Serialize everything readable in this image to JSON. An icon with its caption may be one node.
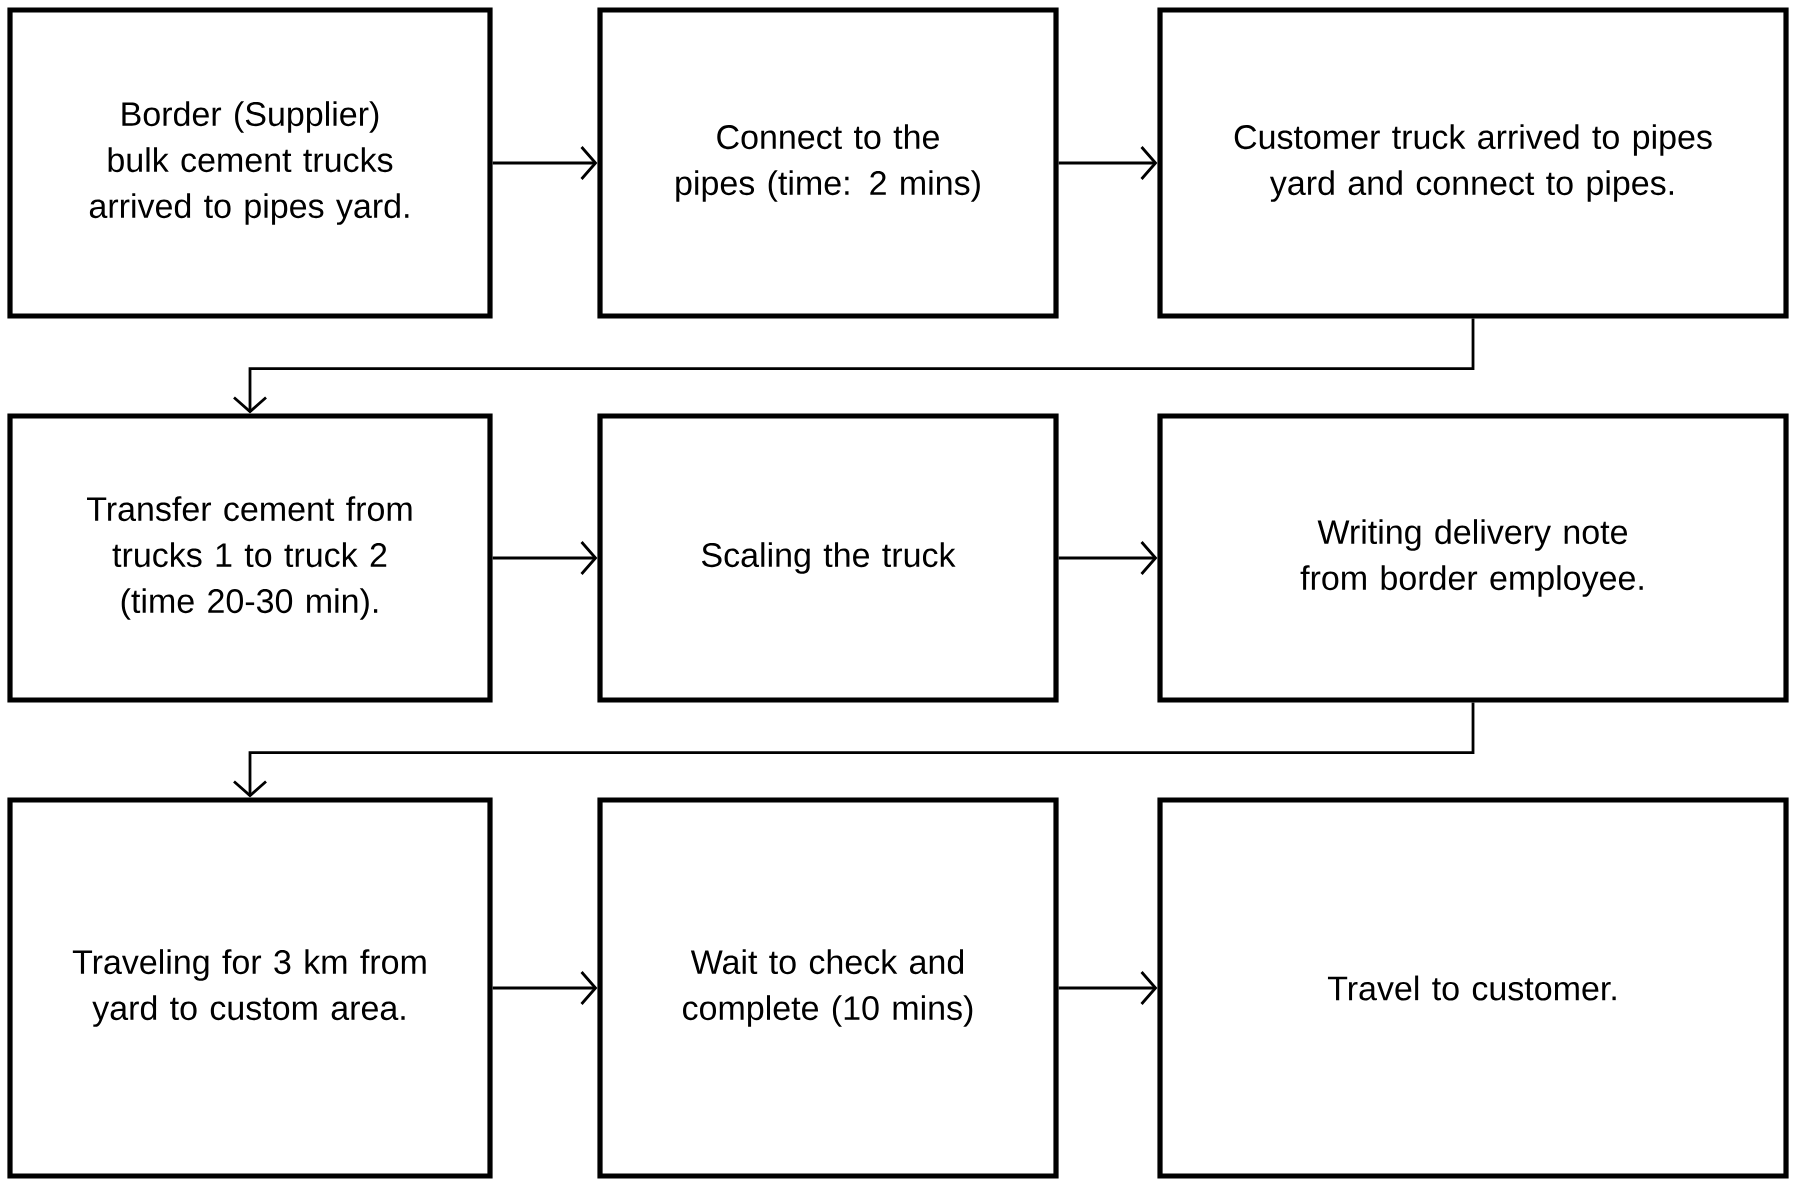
{
  "diagram": {
    "nodes": [
      {
        "text": [
          "Border (Supplier) bulk cement trucks arrived to pipes yard."
        ]
      },
      {
        "text": [
          "Connect to the pipes (time: 2 mins)"
        ]
      },
      {
        "text": [
          "Customer truck arrived to pipes yard and connect to pipes."
        ]
      },
      {
        "text": [
          "Transfer cement from trucks 1 to truck 2 (time 20-30 min)."
        ]
      },
      {
        "text": [
          "Scaling the truck"
        ]
      },
      {
        "text": [
          "Writing delivery note from border employee."
        ]
      },
      {
        "text": [
          "Traveling for 3 km from yard to custom area."
        ]
      },
      {
        "text": [
          "Wait to check and complete (10 mins)"
        ]
      },
      {
        "text": [
          "Travel to customer."
        ]
      }
    ],
    "edges": [
      {
        "from": 0,
        "to": 1,
        "arrow": "to"
      },
      {
        "from": 1,
        "to": 2,
        "arrow": "to"
      },
      {
        "from": 2,
        "to": 3,
        "arrow": "to"
      },
      {
        "from": 3,
        "to": 4,
        "arrow": "to"
      },
      {
        "from": 4,
        "to": 5,
        "arrow": "to"
      },
      {
        "from": 5,
        "to": 6,
        "arrow": "to"
      },
      {
        "from": 6,
        "to": 7,
        "arrow": "to"
      },
      {
        "from": 7,
        "to": 8,
        "arrow": "to"
      }
    ]
  }
}
